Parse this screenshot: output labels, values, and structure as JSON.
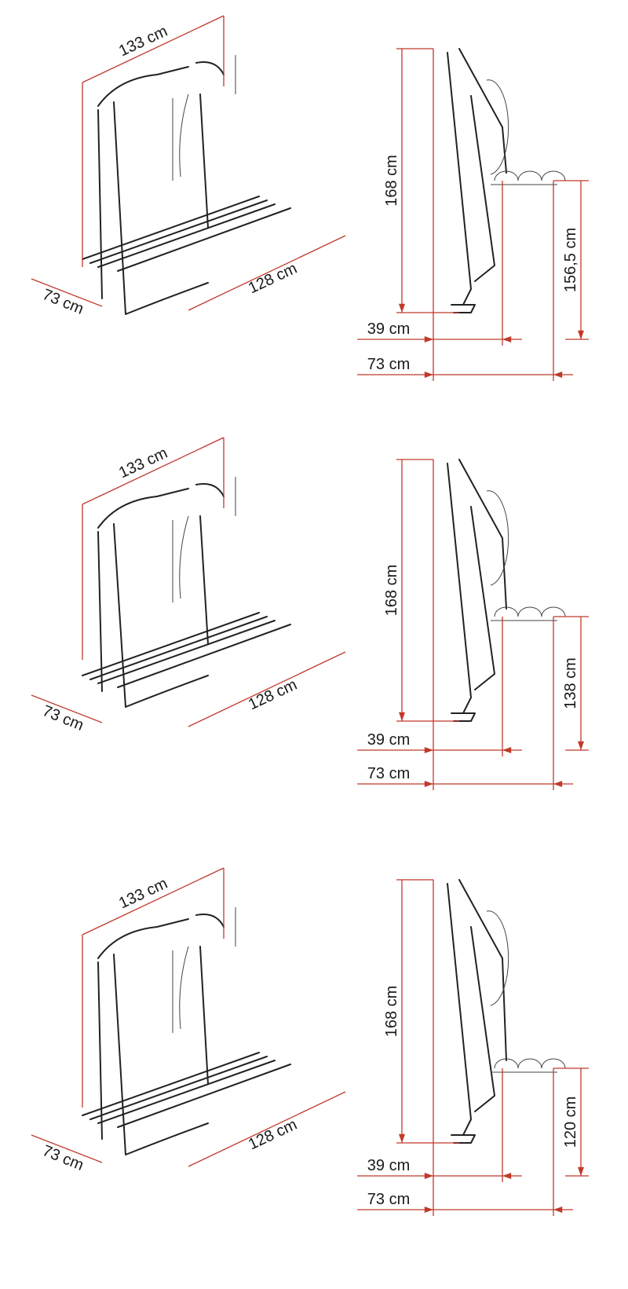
{
  "colors": {
    "dimension": "#c0392b",
    "drawing": "#222222"
  },
  "panels": [
    {
      "name": "rack-lowered-1565",
      "width_label": "133 cm",
      "depth_label": "73 cm",
      "length_label": "128 cm",
      "height_label": "168 cm",
      "platform_height_label": "156,5 cm",
      "depth_folded_label": "39 cm",
      "depth_open_label": "73 cm"
    },
    {
      "name": "rack-lowered-138",
      "width_label": "133 cm",
      "depth_label": "73 cm",
      "length_label": "128 cm",
      "height_label": "168 cm",
      "platform_height_label": "138 cm",
      "depth_folded_label": "39 cm",
      "depth_open_label": "73 cm"
    },
    {
      "name": "rack-lowered-120",
      "width_label": "133 cm",
      "depth_label": "73 cm",
      "length_label": "128 cm",
      "height_label": "168 cm",
      "platform_height_label": "120 cm",
      "depth_folded_label": "39 cm",
      "depth_open_label": "73 cm"
    }
  ]
}
